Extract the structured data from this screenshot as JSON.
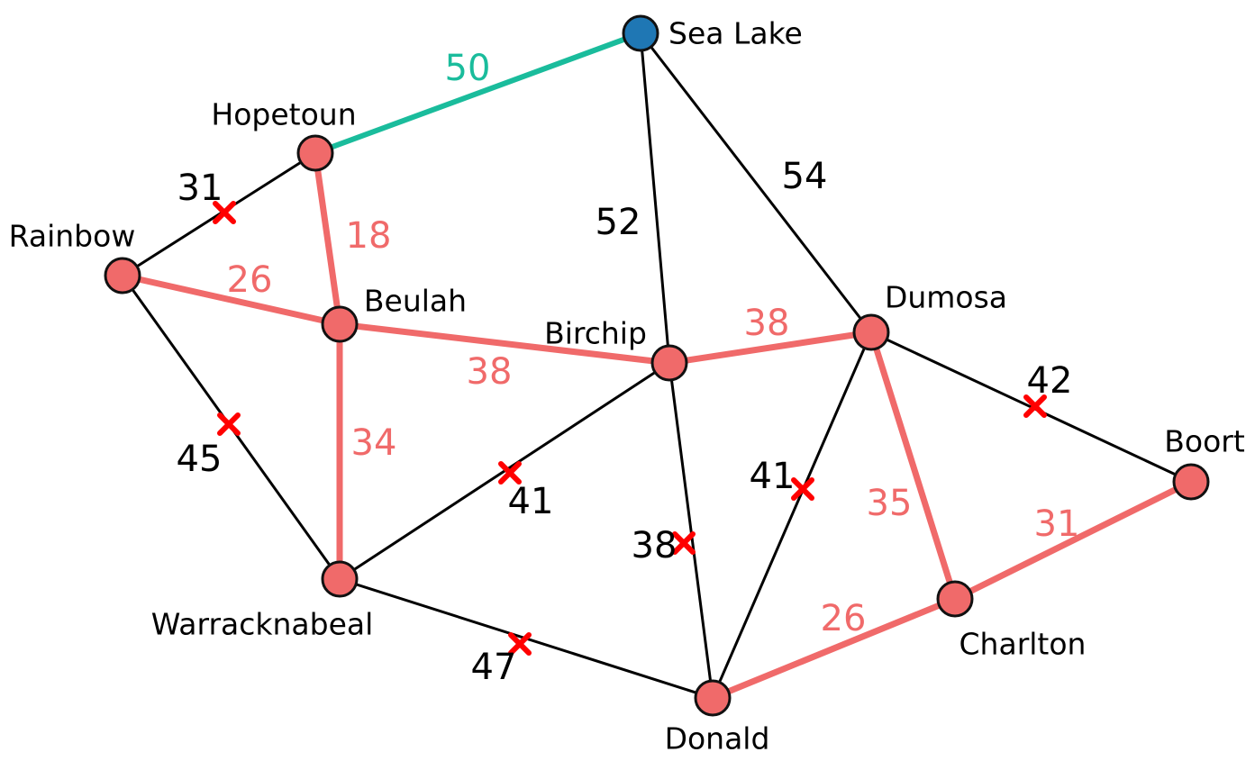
{
  "colors": {
    "background": "#ffffff",
    "node_fill": "#f06a6a",
    "start_node_fill": "#1f77b4",
    "node_stroke": "#111111",
    "default_edge": "#000000",
    "tree_edge": "#f06a6a",
    "new_edge": "#1abc9c",
    "rejected_marker": "#ff0000"
  },
  "nodes": [
    {
      "id": "sea_lake",
      "label": "Sea Lake",
      "start": true
    },
    {
      "id": "hopetoun",
      "label": "Hopetoun"
    },
    {
      "id": "rainbow",
      "label": "Rainbow"
    },
    {
      "id": "beulah",
      "label": "Beulah"
    },
    {
      "id": "birchip",
      "label": "Birchip"
    },
    {
      "id": "dumosa",
      "label": "Dumosa"
    },
    {
      "id": "boort",
      "label": "Boort"
    },
    {
      "id": "warracknabeal",
      "label": "Warracknabeal"
    },
    {
      "id": "donald",
      "label": "Donald"
    },
    {
      "id": "charlton",
      "label": "Charlton"
    }
  ],
  "edges": [
    {
      "id": "sealake-hopetoun",
      "from": "sea_lake",
      "to": "hopetoun",
      "weight": "50",
      "status": "new"
    },
    {
      "id": "sealake-birchip",
      "from": "sea_lake",
      "to": "birchip",
      "weight": "52",
      "status": "normal"
    },
    {
      "id": "sealake-dumosa",
      "from": "sea_lake",
      "to": "dumosa",
      "weight": "54",
      "status": "normal"
    },
    {
      "id": "hopetoun-rainbow",
      "from": "hopetoun",
      "to": "rainbow",
      "weight": "31",
      "status": "rejected"
    },
    {
      "id": "hopetoun-beulah",
      "from": "hopetoun",
      "to": "beulah",
      "weight": "18",
      "status": "tree"
    },
    {
      "id": "rainbow-beulah",
      "from": "rainbow",
      "to": "beulah",
      "weight": "26",
      "status": "tree"
    },
    {
      "id": "rainbow-warracknabeal",
      "from": "rainbow",
      "to": "warracknabeal",
      "weight": "45",
      "status": "rejected"
    },
    {
      "id": "beulah-birchip",
      "from": "beulah",
      "to": "birchip",
      "weight": "38",
      "status": "tree"
    },
    {
      "id": "beulah-warracknabeal",
      "from": "beulah",
      "to": "warracknabeal",
      "weight": "34",
      "status": "tree"
    },
    {
      "id": "birchip-dumosa",
      "from": "birchip",
      "to": "dumosa",
      "weight": "38",
      "status": "tree"
    },
    {
      "id": "birchip-warracknabeal",
      "from": "birchip",
      "to": "warracknabeal",
      "weight": "41",
      "status": "rejected"
    },
    {
      "id": "birchip-donald",
      "from": "birchip",
      "to": "donald",
      "weight": "38",
      "status": "rejected"
    },
    {
      "id": "dumosa-boort",
      "from": "dumosa",
      "to": "boort",
      "weight": "42",
      "status": "rejected"
    },
    {
      "id": "dumosa-charlton",
      "from": "dumosa",
      "to": "charlton",
      "weight": "35",
      "status": "tree"
    },
    {
      "id": "dumosa-donald",
      "from": "dumosa",
      "to": "donald",
      "weight": "41",
      "status": "rejected"
    },
    {
      "id": "warracknabeal-donald",
      "from": "warracknabeal",
      "to": "donald",
      "weight": "47",
      "status": "rejected"
    },
    {
      "id": "donald-charlton",
      "from": "donald",
      "to": "charlton",
      "weight": "26",
      "status": "tree"
    },
    {
      "id": "charlton-boort",
      "from": "charlton",
      "to": "boort",
      "weight": "31",
      "status": "tree"
    }
  ]
}
